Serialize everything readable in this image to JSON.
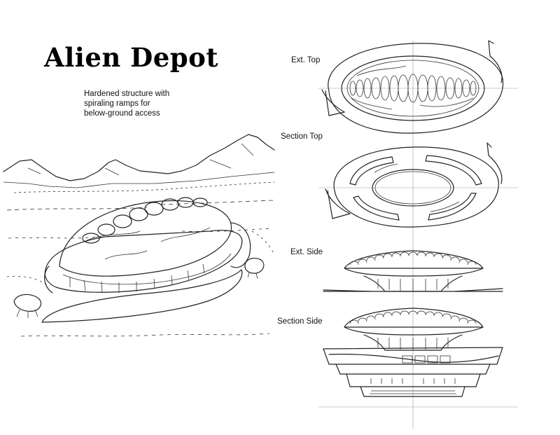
{
  "title": "Alien Depot",
  "caption": {
    "line1": "Hardened structure with",
    "line2": "spiraling ramps for",
    "line3": "below-ground access"
  },
  "views": {
    "ext_top": "Ext. Top",
    "section_top": "Section Top",
    "ext_side": "Ext. Side",
    "section_side": "Section Side"
  }
}
